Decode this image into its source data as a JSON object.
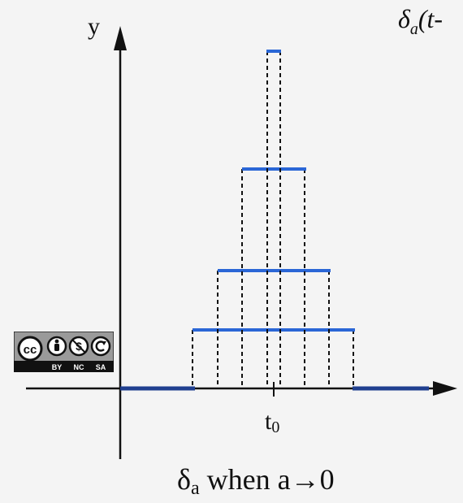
{
  "diagram": {
    "y_axis_label": "y",
    "t0_label_main": "t",
    "t0_label_sub": "0",
    "caption_delta": "δ",
    "caption_sub": "a",
    "caption_rest": " when a→0",
    "corner_formula_delta": "δ",
    "corner_formula_sub": "a",
    "corner_formula_rest": "(t-"
  },
  "license_badge": {
    "cc": "cc",
    "terms": [
      "BY",
      "NC",
      "SA"
    ]
  },
  "colors": {
    "pulse": "#2a66d6",
    "baseline": "#1f3f8f",
    "axis": "#111111"
  }
}
